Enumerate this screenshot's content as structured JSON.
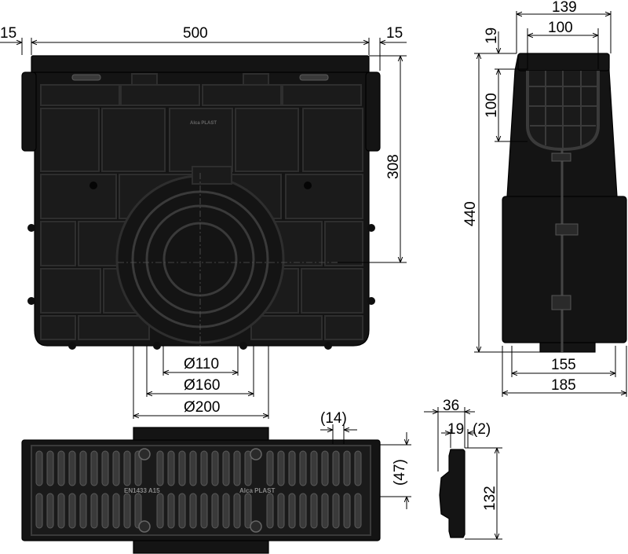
{
  "dimensions": {
    "front_left_margin": "15",
    "front_width": "500",
    "front_right_margin": "15",
    "front_height": "308",
    "pipe_d110": "Ø110",
    "pipe_d160": "Ø160",
    "pipe_d200": "Ø200",
    "side_top_width": "139",
    "side_inner_width": "100",
    "side_top_offset": "19",
    "side_basket_depth": "100",
    "side_total_height": "440",
    "side_bottom_inner": "155",
    "side_bottom_outer": "185",
    "grate_slot_gap": "(14)",
    "grate_height": "(47)",
    "profile_width": "36",
    "profile_inner": "19",
    "profile_lip": "(2)",
    "profile_height": "132"
  },
  "markings": {
    "brand_front": "Alca PLAST",
    "grate_standard": "EN1433 A15",
    "grate_brand": "Alca PLAST"
  }
}
